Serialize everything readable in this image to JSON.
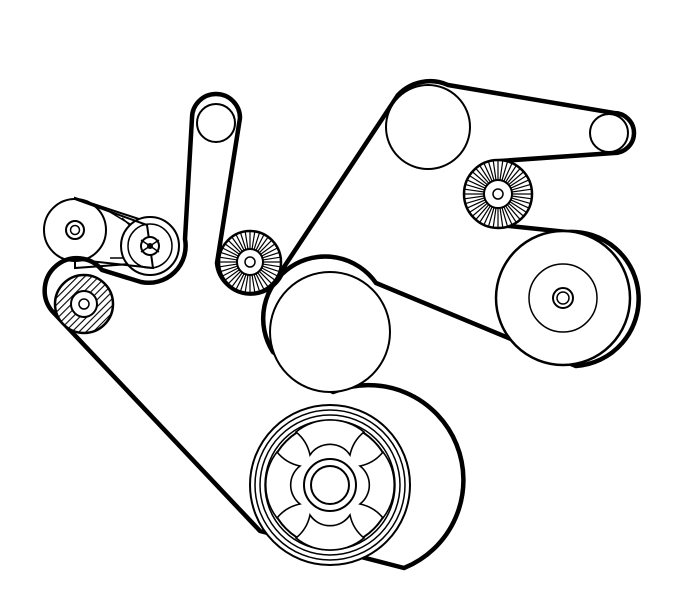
{
  "diagram": {
    "colors": {
      "ink": "#000000",
      "paper": "#ffffff"
    },
    "parts": [
      {
        "id": "crankshaft-pulley",
        "kind": "crankshaft pulley"
      },
      {
        "id": "tensioner-pulley",
        "kind": "tensioner pulley"
      },
      {
        "id": "tensioner-arm",
        "kind": "tensioner arm"
      },
      {
        "id": "top-idler-pulley",
        "kind": "plain pulley"
      },
      {
        "id": "center-idler-pulley",
        "kind": "grooved pulley"
      },
      {
        "id": "large-upper-pulley",
        "kind": "plain pulley"
      },
      {
        "id": "small-right-pulley",
        "kind": "plain pulley"
      },
      {
        "id": "right-grooved-pulley",
        "kind": "grooved pulley"
      },
      {
        "id": "large-right-pulley",
        "kind": "accessory pulley"
      },
      {
        "id": "lower-middle-pulley",
        "kind": "plain pulley"
      },
      {
        "id": "drive-belt",
        "kind": "serpentine belt"
      }
    ]
  }
}
